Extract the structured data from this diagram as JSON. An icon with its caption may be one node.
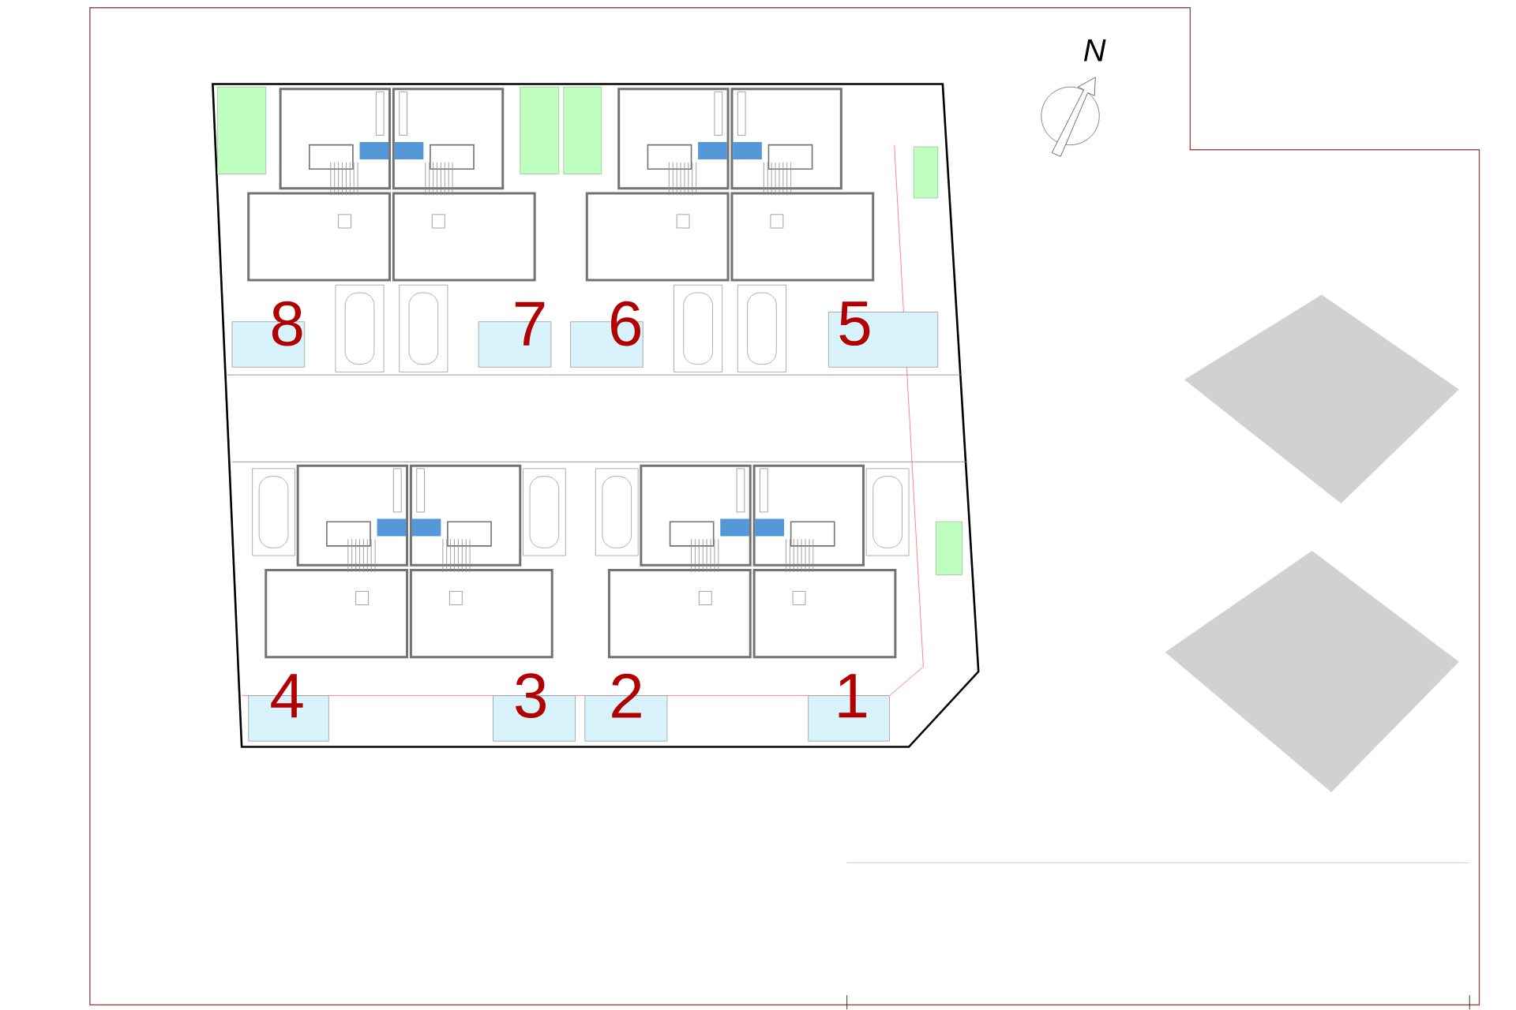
{
  "diagram": {
    "labels": [
      "N",
      "8",
      "7",
      "6",
      "5",
      "4",
      "3",
      "2",
      "1"
    ]
  }
}
